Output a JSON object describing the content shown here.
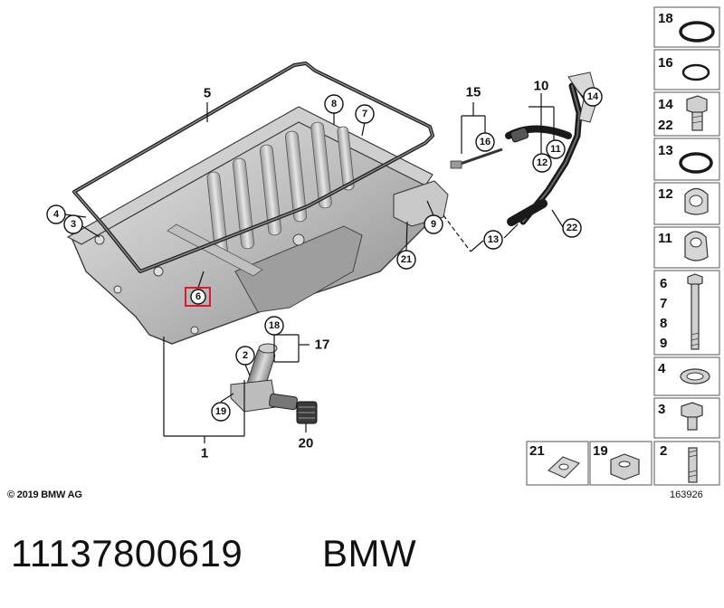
{
  "callouts": {
    "c1": "1",
    "c2": "2",
    "c3": "3",
    "c4": "4",
    "c5": "5",
    "c6": "6",
    "c7": "7",
    "c8": "8",
    "c9": "9",
    "c10": "10",
    "c11": "11",
    "c12": "12",
    "c13": "13",
    "c14": "14",
    "c15": "15",
    "c16": "16",
    "c17": "17",
    "c18": "18",
    "c19": "19",
    "c20": "20",
    "c21": "21",
    "c22": "22"
  },
  "side_panel": {
    "p18": "18",
    "p16": "16",
    "p14": "14",
    "p22": "22",
    "p13": "13",
    "p12": "12",
    "p11": "11",
    "p6": "6",
    "p7": "7",
    "p8": "8",
    "p9": "9",
    "p4": "4",
    "p3": "3",
    "p21": "21",
    "p19": "19",
    "p2": "2"
  },
  "highlight_color": "#e0182d",
  "copyright": "© 2019 BMW AG",
  "diagram_ref": "163926",
  "footer": {
    "part_number": "11137800619",
    "brand": "BMW"
  }
}
